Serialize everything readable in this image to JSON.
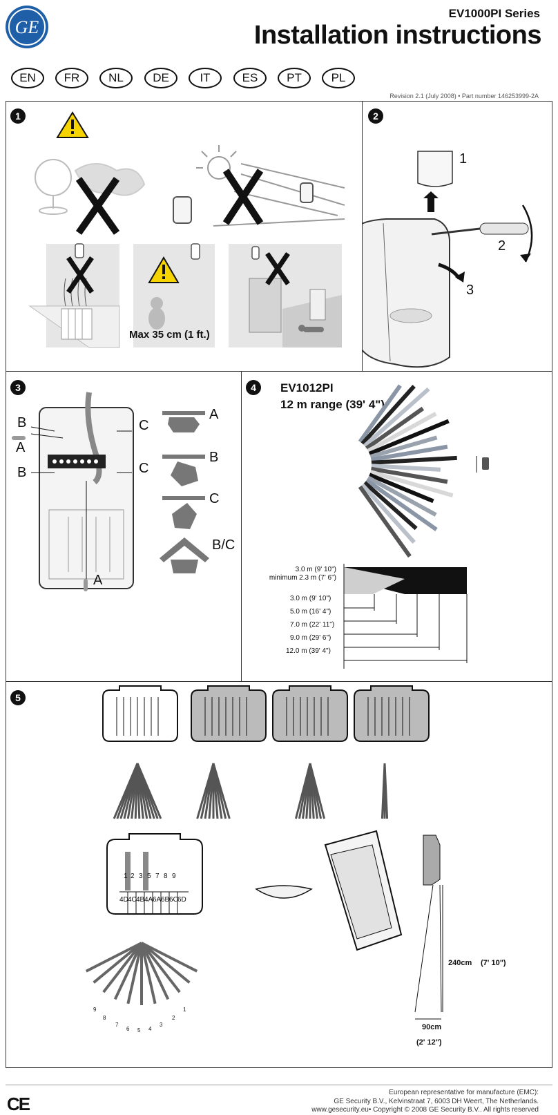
{
  "header": {
    "series": "EV1000PI Series",
    "title": "Installation instructions",
    "logo_text": "GE",
    "revision": "Revision 2.1 (July 2008) • Part number 146253999-2A"
  },
  "languages": [
    "EN",
    "FR",
    "NL",
    "DE",
    "IT",
    "ES",
    "PT",
    "PL"
  ],
  "colors": {
    "brand": "#1f5fa8",
    "warning": "#f5d400",
    "dark": "#111111",
    "zone_grey": "#9a9a9a"
  },
  "step1": {
    "number": "1",
    "height_note": "Max 35 cm (1 ft.)"
  },
  "step2": {
    "number": "2",
    "labels": [
      "1",
      "2",
      "3"
    ]
  },
  "step3": {
    "number": "3",
    "wall_labels": [
      "B",
      "A",
      "B",
      "C",
      "C",
      "A"
    ],
    "mount_labels": [
      "A",
      "B",
      "C",
      "B/C"
    ]
  },
  "step4": {
    "number": "4",
    "model": "EV1012PI",
    "range": "12 m range (39' 4\")",
    "height": "3.0 m (9' 10\")",
    "min_height": "minimum 2.3 m (7' 6\")",
    "distances": [
      "3.0 m (9' 10\")",
      "5.0 m (16' 4\")",
      "7.0 m (22' 11\")",
      "9.0 m (29' 6\")",
      "12.0 m (39' 4\")"
    ]
  },
  "step5": {
    "number": "5",
    "curtain_top": [
      "1",
      "2",
      "3",
      "5",
      "7",
      "8",
      "9"
    ],
    "curtain_bottom": [
      "4D",
      "4C",
      "4B",
      "4A",
      "6A",
      "6B",
      "6C",
      "6D"
    ],
    "fan_labels": [
      "9",
      "8",
      "7",
      "6",
      "5",
      "4",
      "3",
      "2",
      "1"
    ],
    "height": "240cm",
    "height_imperial": "(7' 10\")",
    "width": "90cm",
    "width_imperial": "(2' 12\")"
  },
  "footer": {
    "line1": "European representative for manufacture (EMC):",
    "line2": "GE Security B.V., Kelvinstraat 7, 6003 DH Weert, The Netherlands.",
    "line3": "www.gesecurity.eu• Copyright © 2008 GE Security B.V.. All rights reserved",
    "ce": "CE"
  }
}
